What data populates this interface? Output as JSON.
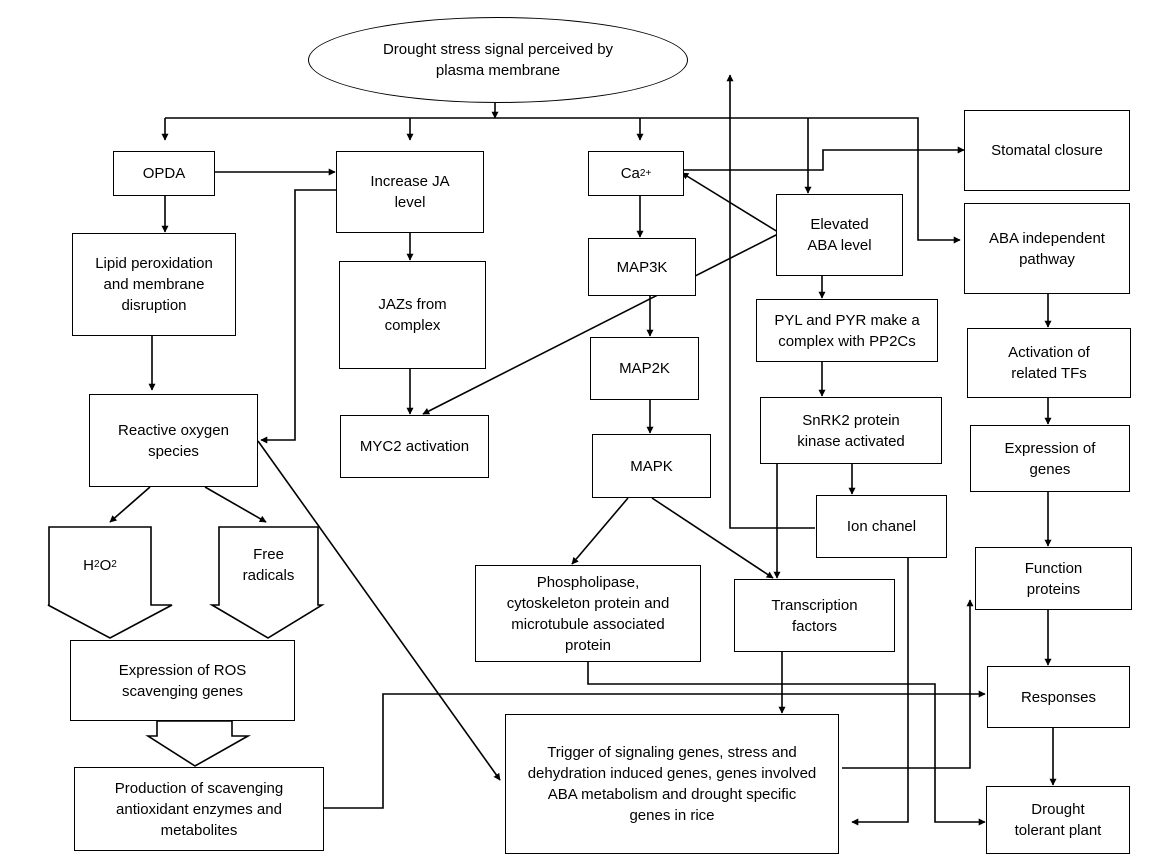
{
  "diagram": {
    "nodes": {
      "signal": "Drought stress signal perceived by\nplasma membrane",
      "opda": "OPDA",
      "ja_level": "Increase JA\nlevel",
      "ca_text": "Ca",
      "ca_sup": "2+",
      "stomatal": "Stomatal closure",
      "lipid": "Lipid peroxidation\nand membrane\ndisruption",
      "jazs": "JAZs from\ncomplex",
      "map3k": "MAP3K",
      "aba_level": "Elevated\nABA level",
      "aba_indep": "ABA independent\npathway",
      "pyl": "PYL and PYR make a\ncomplex with PP2Cs",
      "map2k": "MAP2K",
      "activation_tfs": "Activation of\nrelated TFs",
      "ros": "Reactive oxygen\nspecies",
      "myc2": "MYC2 activation",
      "snrk2": "SnRK2 protein\nkinase activated",
      "expression_genes": "Expression of\ngenes",
      "mapk": "MAPK",
      "ion": "Ion chanel",
      "h2o2_h": "H",
      "h2o2_s1": "2",
      "h2o2_o": "O",
      "h2o2_s2": "2",
      "free_radicals": "Free\nradicals",
      "function_proteins": "Function\nproteins",
      "phospholipase": "Phospholipase,\ncytoskeleton protein and\nmicrotubule associated\nprotein",
      "tfs": "Transcription\nfactors",
      "ros_genes": "Expression of ROS\nscavenging genes",
      "responses": "Responses",
      "trigger": "Trigger of signaling genes, stress and\ndehydration induced genes, genes involved\nABA metabolism and drought specific\ngenes in rice",
      "antioxidant": "Production of scavenging\nantioxidant enzymes and\nmetabolites",
      "tolerant": "Drought\ntolerant plant"
    }
  }
}
